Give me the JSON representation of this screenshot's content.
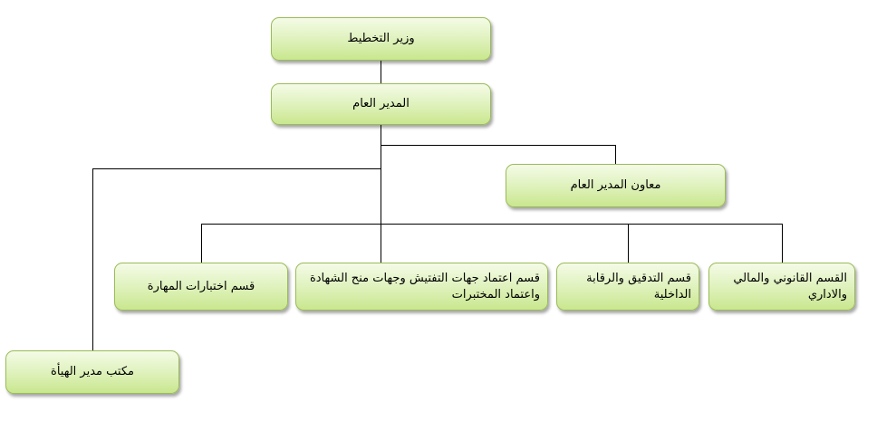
{
  "diagram": {
    "type": "org-chart",
    "line_color": "#000000",
    "box_border_color": "#9bbb59",
    "box_fill_light": "#f4fbe6",
    "box_fill_dark": "#c9e78e",
    "nodes": {
      "minister": "وزير التخطيط",
      "director_general": "المدير العام",
      "assistant_director": "معاون المدير العام",
      "skills_testing": "قسم اختبارات المهارة",
      "accreditation": "قسم اعتماد جهات التفتيش وجهات منح الشهادة واعتماد المختبرات",
      "audit_control": "قسم التدقيق والرقابة الداخلية",
      "legal_finance_admin": "القسم القانوني والمالي والاداري",
      "authority_office": "مكتب مدير الهيأة"
    }
  }
}
